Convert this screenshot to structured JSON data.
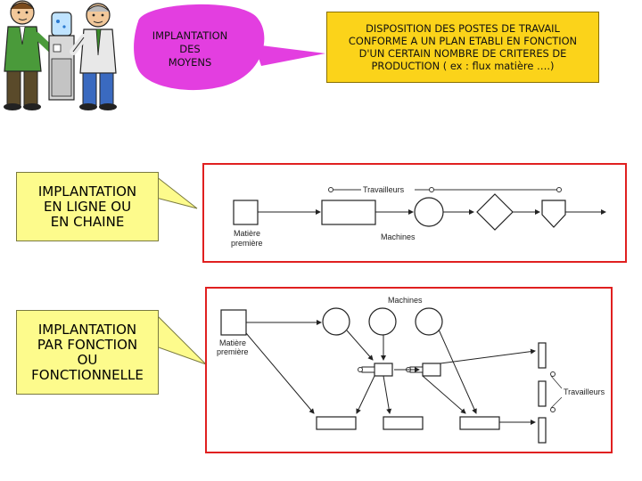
{
  "clipart": {
    "name": "two-men-at-water-cooler-clipart"
  },
  "speech_bubble": {
    "text": "IMPLANTATION\nDES\nMOYENS",
    "color": "#e33ee0"
  },
  "header": {
    "text": "DISPOSITION DES POSTES DE TRAVAIL\nCONFORME A UN PLAN ETABLI EN FONCTION\nD'UN CERTAIN NOMBRE DE CRITERES DE\nPRODUCTION ( ex : flux matière ….)",
    "color": "#fbd31a"
  },
  "callout_line": {
    "text": "IMPLANTATION\nEN LIGNE OU\nEN CHAINE",
    "color": "#fdfb8c"
  },
  "callout_function": {
    "text": "IMPLANTATION\nPAR FONCTION\nOU\nFONCTIONNELLE",
    "color": "#fdfb8c"
  },
  "diagram_line": {
    "travailleurs_label": "Travailleurs",
    "matiere_label": "Matière\npremière",
    "machines_label": "Machines"
  },
  "diagram_function": {
    "machines_label": "Machines",
    "matiere_label": "Matière\npremière",
    "travailleurs_label": "Travailleurs"
  },
  "colors": {
    "panel_border": "#e02020"
  }
}
